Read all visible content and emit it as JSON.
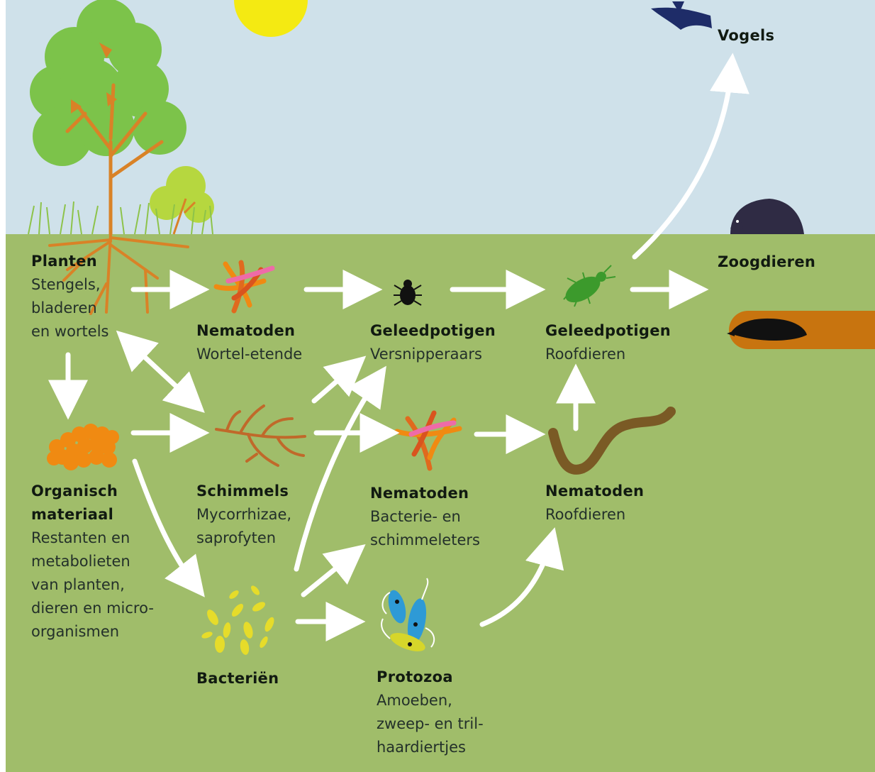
{
  "colors": {
    "sky": "#cfe1ea",
    "soil": "#a0bd6a",
    "arrow": "#ffffff",
    "burrow": "#c8740f",
    "tree_green": "#7cc34a",
    "branch_orange": "#d98227",
    "bird": "#1e2c68",
    "mammal": "#2f2b44",
    "bacteria_yellow": "#e6dc2a",
    "organic_orange": "#f08a12",
    "worm_brown": "#7a5a25",
    "beetle_green": "#3c9a2c",
    "protozoa_blue": "#2e9ad6"
  },
  "nodes": {
    "planten": {
      "title": "Planten",
      "sub": [
        "Stengels,",
        "bladeren",
        "en wortels"
      ],
      "icon": "plant-icon"
    },
    "organisch": {
      "title": [
        "Organisch",
        "materiaal"
      ],
      "sub": [
        "Restanten en",
        "metabolieten",
        "van planten,",
        "dieren en micro-",
        "organismen"
      ],
      "icon": "organic-matter-icon"
    },
    "nematoden_wortel": {
      "title": "Nematoden",
      "sub": [
        "Wortel-etende"
      ],
      "icon": "nematode-icon"
    },
    "schimmels": {
      "title": "Schimmels",
      "sub": [
        "Mycorrhizae,",
        "saprofyten"
      ],
      "icon": "fungi-icon"
    },
    "bacterien": {
      "title": "Bacteriën",
      "icon": "bacteria-icon"
    },
    "geleed_versnipper": {
      "title": "Geleedpotigen",
      "sub": [
        "Versnipperaars"
      ],
      "icon": "mite-icon"
    },
    "nematoden_bact": {
      "title": "Nematoden",
      "sub": [
        "Bacterie- en",
        "schimmeleters"
      ],
      "icon": "nematode-icon"
    },
    "protozoa": {
      "title": "Protozoa",
      "sub": [
        "Amoeben,",
        "zweep- en tril-",
        "haardiertjes"
      ],
      "icon": "protozoa-icon"
    },
    "geleed_roof": {
      "title": "Geleedpotigen",
      "sub": [
        "Roofdieren"
      ],
      "icon": "beetle-icon"
    },
    "nematoden_roof": {
      "title": "Nematoden",
      "sub": [
        "Roofdieren"
      ],
      "icon": "predatory-worm-icon"
    },
    "vogels": {
      "title": "Vogels",
      "icon": "bird-icon"
    },
    "zoogdieren": {
      "title": "Zoogdieren",
      "icon": "hedgehog-icon"
    }
  }
}
